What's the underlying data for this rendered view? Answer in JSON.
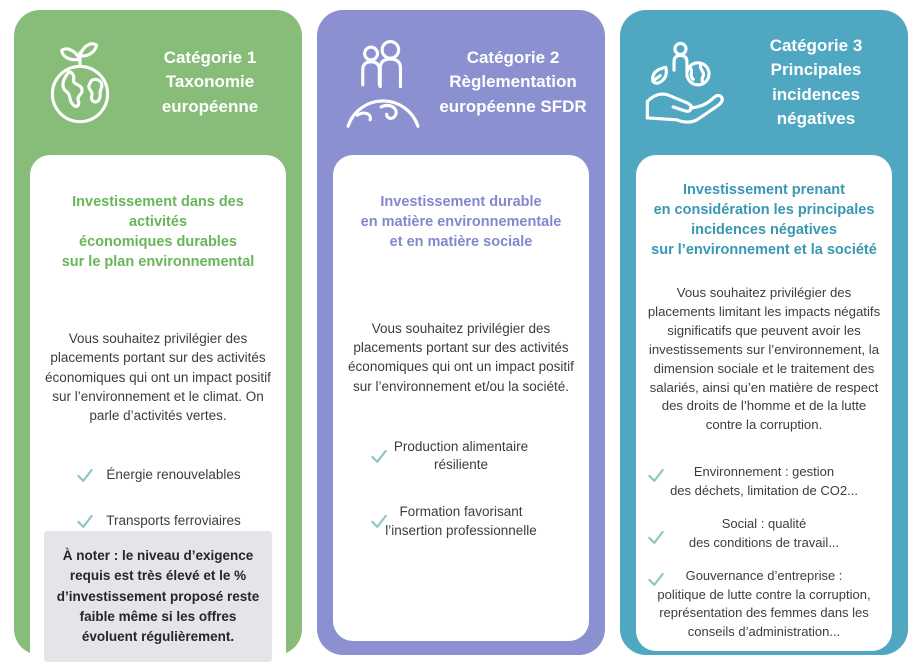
{
  "page": {
    "background": "#ffffff",
    "check_color": "#8bc8c3",
    "body_text_color": "#3d3d3c",
    "note_background": "#e5e4e8"
  },
  "cards": [
    {
      "name": "categorie-1-taxonomie",
      "background": "#87bd78",
      "heading_color": "#68b55a",
      "icon": "globe-sprout-icon",
      "title": "Catégorie 1\nTaxonomie\neuropéenne",
      "heading": "Investissement dans des activités\néconomiques durables\nsur le plan environnemental",
      "body": "Vous souhaitez privilégier des placements portant sur des activités économiques qui ont un impact positif sur l’environnement et le climat. On parle d’activités vertes.",
      "items": [
        "Énergie renouvelables",
        "Transports ferroviaires"
      ],
      "note": "À noter : le niveau d’exigence requis est très élevé et le % d’investissement proposé reste faible même si les offres évoluent régulièrement."
    },
    {
      "name": "categorie-2-sfdr",
      "background": "#8b90d1",
      "heading_color": "#8287ce",
      "icon": "people-on-globe-icon",
      "title": "Catégorie 2\nRèglementation\neuropéenne SFDR",
      "heading": "Investissement durable\nen matière environnementale\net en matière sociale",
      "body": "Vous souhaitez privilégier des placements portant sur des activités économiques qui ont un impact positif sur l’environnement et/ou la société.",
      "items": [
        "Production alimentaire\nrésiliente",
        "Formation favorisant\nl’insertion professionnelle"
      ]
    },
    {
      "name": "categorie-3-incidences-negatives",
      "background": "#4fa7c1",
      "heading_color": "#3897b3",
      "icon": "hand-holding-world-icon",
      "title": "Catégorie 3\nPrincipales incidences\nnégatives",
      "heading": "Investissement prenant\nen considération les principales\nincidences négatives\nsur l’environnement et la société",
      "body": "Vous souhaitez privilégier des placements limitant les impacts négatifs significatifs que peuvent avoir les investissements sur l’environnement, la dimension sociale et le traitement des salariés, ainsi qu’en matière de respect des droits de l’homme et de la lutte contre la corruption.",
      "items": [
        "Environnement : gestion\ndes déchets, limitation de CO2...",
        "Social : qualité\ndes conditions de travail...",
        "Gouvernance d’entreprise :\npolitique de lutte contre la corruption,\nreprésentation des femmes dans les\nconseils d’administration..."
      ]
    }
  ]
}
